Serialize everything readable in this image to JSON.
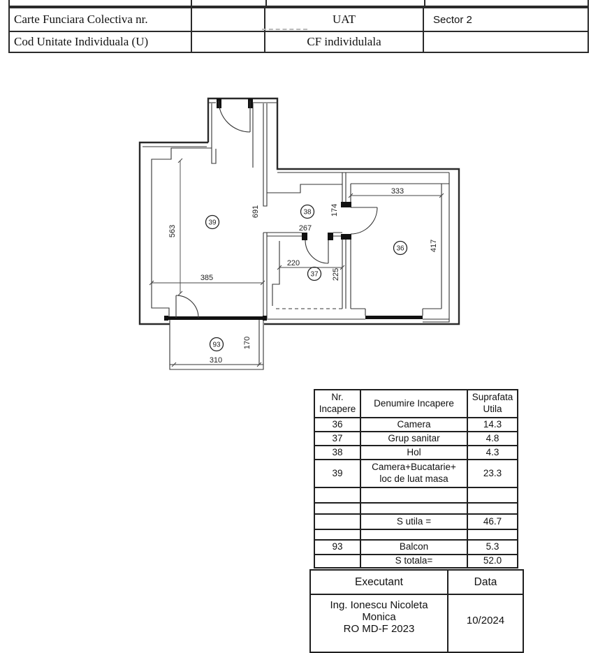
{
  "header_table": {
    "row1": {
      "c1": "Carte Funciara Colectiva nr.",
      "c2": "",
      "c3": "UAT",
      "c4": "Sector 2"
    },
    "row2": {
      "c1": "Cod Unitate Individuala (U)",
      "c2": "",
      "c3": "CF individulala",
      "c4": ""
    }
  },
  "floor_plan": {
    "room_labels": {
      "r39": "39",
      "r38": "38",
      "r37": "37",
      "r36": "36",
      "r93": "93"
    },
    "dims": {
      "d691": "691",
      "d563": "563",
      "d385": "385",
      "d267": "267",
      "d174": "174",
      "d220": "220",
      "d225": "225",
      "d333": "333",
      "d417": "417",
      "d170": "170",
      "d310": "310"
    }
  },
  "area_table": {
    "headers": {
      "col1": "Nr.\nIncapere",
      "col2": "Denumire Incapere",
      "col3": "Suprafata\nUtila"
    },
    "rows": [
      {
        "nr": "36",
        "name": "Camera",
        "area": "14.3"
      },
      {
        "nr": "37",
        "name": "Grup sanitar",
        "area": "4.8"
      },
      {
        "nr": "38",
        "name": "Hol",
        "area": "4.3"
      },
      {
        "nr": "39",
        "name": "Camera+Bucatarie+\nloc de luat masa",
        "area": "23.3"
      },
      {
        "nr": "",
        "name": "",
        "area": ""
      },
      {
        "nr": "",
        "name": "",
        "area": ""
      },
      {
        "nr": "",
        "name": "S utila =",
        "area": "46.7"
      },
      {
        "nr": "",
        "name": "",
        "area": ""
      },
      {
        "nr": "93",
        "name": "Balcon",
        "area": "5.3"
      },
      {
        "nr": "",
        "name": "S totala=",
        "area": "52.0"
      }
    ]
  },
  "executant_table": {
    "executant_label": "Executant",
    "data_label": "Data",
    "executant_lines": [
      "Ing. Ionescu Nicoleta",
      "Monica",
      "RO MD-F 2023"
    ],
    "data_value": "10/2024"
  }
}
